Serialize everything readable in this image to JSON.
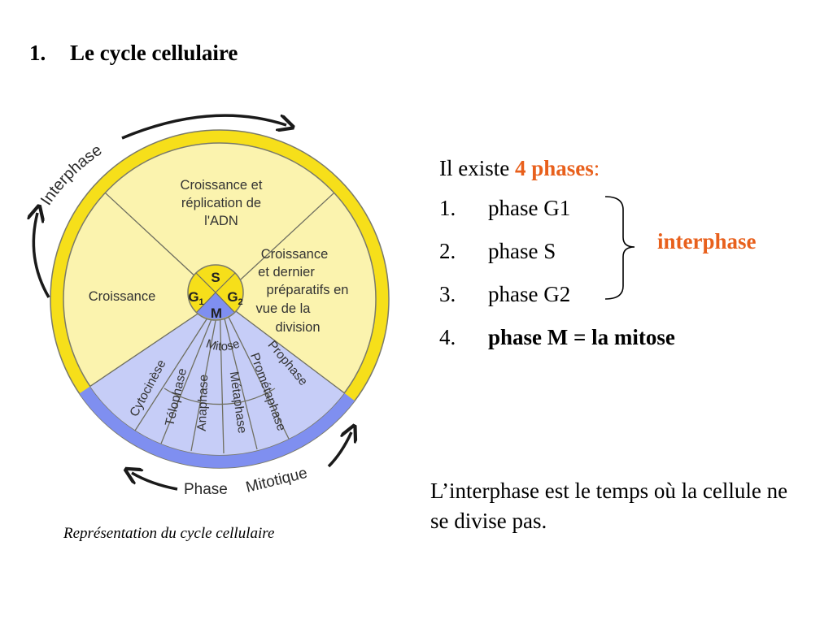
{
  "title": {
    "number": "1.",
    "text": "Le cycle cellulaire"
  },
  "diagram": {
    "outer_interphase_label": "Interphase",
    "outer_mitotic_label_1": "Phase",
    "outer_mitotic_label_2": "Mitotique",
    "sector_top": [
      "Croissance et",
      "réplication de",
      "l'ADN"
    ],
    "sector_right": [
      "Croissance",
      "et dernier",
      "préparatifs en",
      "vue de la",
      "division"
    ],
    "sector_left": "Croissance",
    "center_s": "S",
    "center_g1": "G",
    "center_g1_sub": "1",
    "center_g2": "G",
    "center_g2_sub": "2",
    "center_m": "M",
    "mitose_label": "Mitose",
    "mitosis_phases": [
      "Cytocinèse",
      "Télophase",
      "Anaphase",
      "Métaphase",
      "Prométaphase",
      "Prophase"
    ],
    "colors": {
      "yellow_ring": "#f6df1a",
      "yellow_fill": "#fbf3ae",
      "blue_ring": "#7f8ff0",
      "blue_fill": "#c6cdf7",
      "outline": "#7a7a6a"
    }
  },
  "caption": "Représentation du cycle cellulaire",
  "intro": {
    "prefix": "Il existe ",
    "highlight": "4 phases",
    "suffix": ":"
  },
  "phases": [
    {
      "num": "1.",
      "text": "phase G1"
    },
    {
      "num": "2.",
      "text": "phase S"
    },
    {
      "num": "3.",
      "text": "phase G2"
    },
    {
      "num": "4.",
      "text": "phase M = la mitose"
    }
  ],
  "interphase_label": "interphase",
  "note": "L’interphase est le temps où la cellule ne se divise pas.",
  "accent_color": "#e8601c"
}
